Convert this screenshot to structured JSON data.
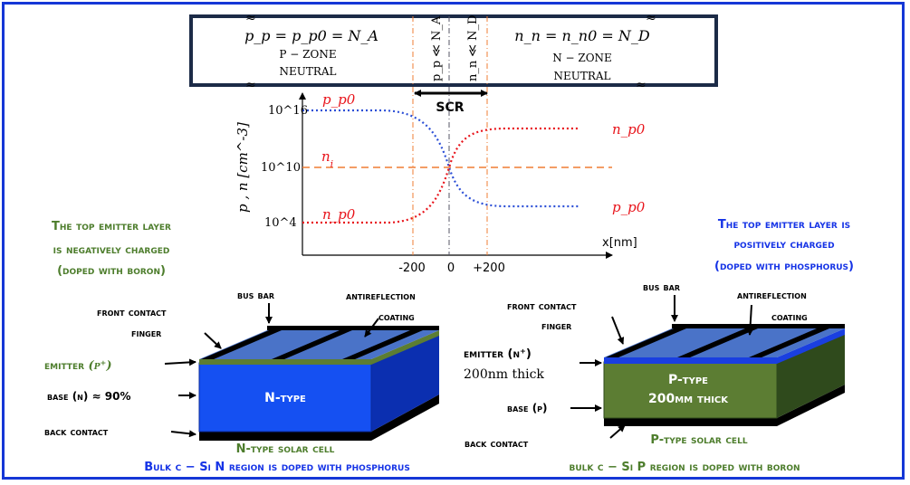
{
  "colors": {
    "red": "#e8141b",
    "blue_dots": "#2c4fd6",
    "orange": "#ef7d33",
    "green": "#4d7d2c",
    "blue_text": "#1533e6",
    "ntype_blue": "#1550f2",
    "ptype_green": "#5c7d33",
    "finger_blue": "#4a73c8",
    "navy": "#1c2b47"
  },
  "junction": {
    "p_eq": "p_p = p_p0 = N_A",
    "p_zone": "P − ZONE",
    "p_neutral": "NEUTRAL",
    "pp_label": "p_p ≪ N_A",
    "nn_label": "n_n ≪ N_D",
    "n_eq": "n_n = n_n0 = N_D",
    "n_zone": "N − ZONE",
    "n_neutral": "NEUTRAL",
    "scr": "SCR",
    "break_mark": "≈"
  },
  "chart_data": {
    "type": "line",
    "ylabel": "p , n [cm^-3]",
    "xlabel": "x[nm]",
    "y_scale": "log",
    "y_ticks": [
      "10^16",
      "10^10",
      "10^4"
    ],
    "x_ticks": [
      "-200",
      "0",
      "+200"
    ],
    "series": [
      {
        "name": "p_p0",
        "left_level": "10^16",
        "right_level": "10^6",
        "right_label": "p_p0"
      },
      {
        "name": "n_p0",
        "left_level": "10^4",
        "right_level": "10^14",
        "right_label": "n_p0"
      },
      {
        "name": "n_i",
        "level": "10^10"
      }
    ]
  },
  "left_cell": {
    "heading_line1": "The top emitter layer",
    "heading_line2": "is negatively charged",
    "heading_line3": "(doped with boron)",
    "bus_bar": "bus bar",
    "antireflection": "antireflection",
    "coating": "coating",
    "front_contact": "front contact",
    "finger": "finger",
    "emitter": "emitter",
    "emitter_sym": "(p⁺)",
    "base": "base (n) ≈ 90%",
    "type_label": "N-type",
    "back_contact": "back contact",
    "cell_name": "N-type solar cell",
    "bulk": "Bulk c − Si N region is doped with phosphorus"
  },
  "right_cell": {
    "heading_line1": "The top emitter layer is",
    "heading_line2": "positively charged",
    "heading_line3": "(doped with phosphorus)",
    "bus_bar": "bus bar",
    "antireflection": "antireflection",
    "coating": "coating",
    "front_contact": "front contact",
    "finger": "finger",
    "emitter": "emitter (n⁺)",
    "emitter_thick": "200nm thick",
    "type_label": "P-type",
    "type_thick": "200μm thick",
    "base": "base (p)",
    "back_contact": "back contact",
    "cell_name": "P-type solar cell",
    "bulk": "bulk c − Si P region is doped with boron"
  }
}
